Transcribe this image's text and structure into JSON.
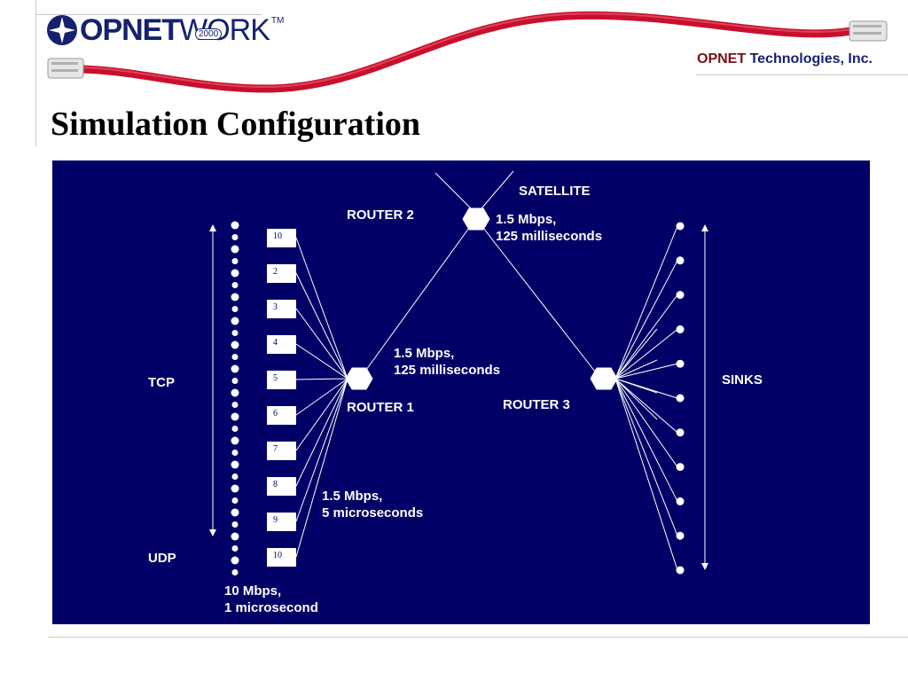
{
  "header": {
    "logo": {
      "bold": "OPNET",
      "thin": "WORK",
      "year": "2000",
      "tm": "TM"
    },
    "company": {
      "name": "OPNET",
      "rest": " Technologies, Inc."
    },
    "title": "Simulation Configuration"
  },
  "colors": {
    "diagram_background": "#000066",
    "lines": "#ffffff",
    "cable": "#c8102e",
    "logo": "#16216e",
    "company_name": "#7a0f18"
  },
  "diagram": {
    "labels": {
      "satellite": "SATELLITE",
      "router2": "ROUTER 2",
      "router1": "ROUTER 1",
      "router3": "ROUTER 3",
      "tcp": "TCP",
      "udp": "UDP",
      "sinks": "SINKS"
    },
    "link_satellite": [
      "1.5 Mbps,",
      "125 milliseconds"
    ],
    "link_router": [
      "1.5 Mbps,",
      "125 milliseconds"
    ],
    "link_access": [
      "1.5 Mbps,",
      "5 microseconds"
    ],
    "link_source": [
      "10 Mbps,",
      "1 microsecond"
    ],
    "source_boxes": [
      "10",
      "2",
      "3",
      "4",
      "5",
      "6",
      "7",
      "8",
      "9",
      "10"
    ]
  }
}
